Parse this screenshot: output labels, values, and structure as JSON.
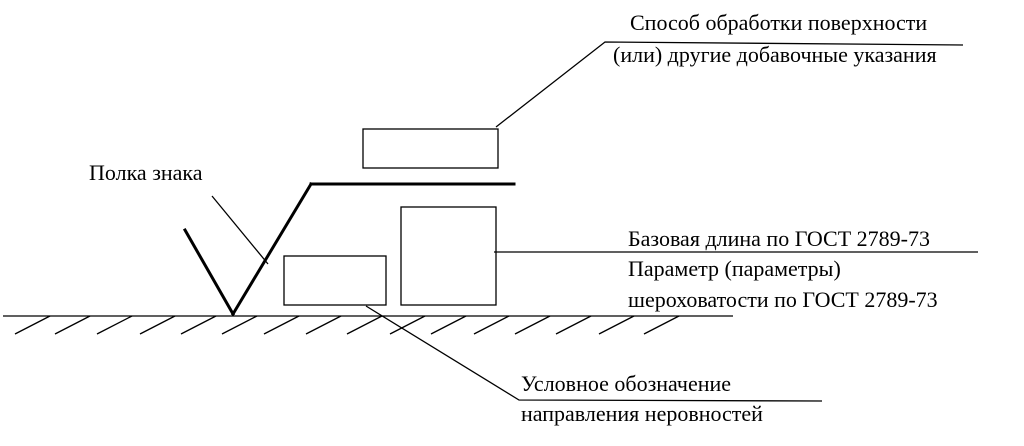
{
  "labels": {
    "treatment_line1": "Способ обработки поверхности",
    "treatment_line2": "(или) другие добавочные указания",
    "shelf": "Полка знака",
    "base_length": "Базовая длина по ГОСТ 2789-73",
    "param_line1": "Параметр (параметры)",
    "param_line2": "шероховатости по ГОСТ 2789-73",
    "direction_line1": "Условное обозначение",
    "direction_line2": "направления неровностей"
  }
}
